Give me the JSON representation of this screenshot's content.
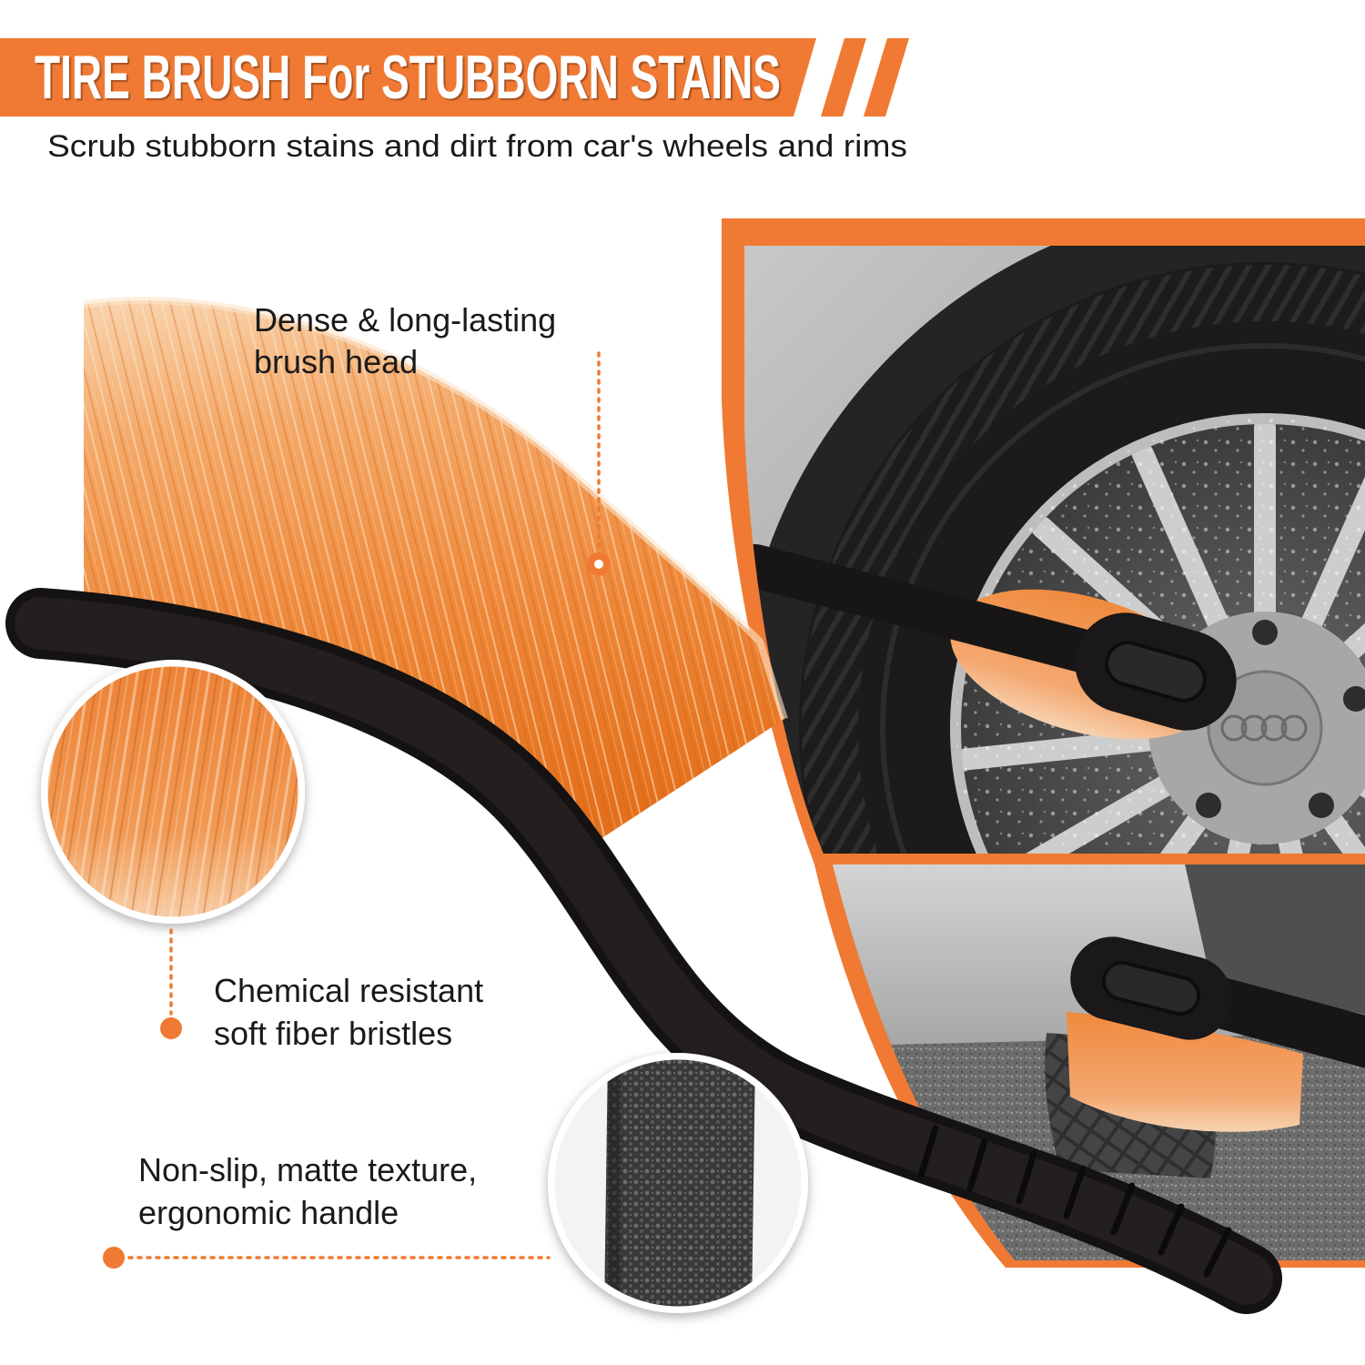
{
  "banner": {
    "title": "TIRE BRUSH For STUBBORN STAINS",
    "subtitle": "Scrub stubborn stains and dirt from car's wheels and rims"
  },
  "callouts": [
    {
      "lines": [
        "Dense & long-lasting",
        "brush head"
      ]
    },
    {
      "lines": [
        "Chemical resistant",
        "soft fiber bristles"
      ]
    },
    {
      "lines": [
        "Non-slip, matte texture,",
        "ergonomic handle"
      ]
    }
  ],
  "colors": {
    "accent": "#f07a33",
    "text": "#1a1a1a",
    "banner_text": "#ffffff",
    "bristle": "#ef8a3c",
    "handle": "#1a1818"
  }
}
